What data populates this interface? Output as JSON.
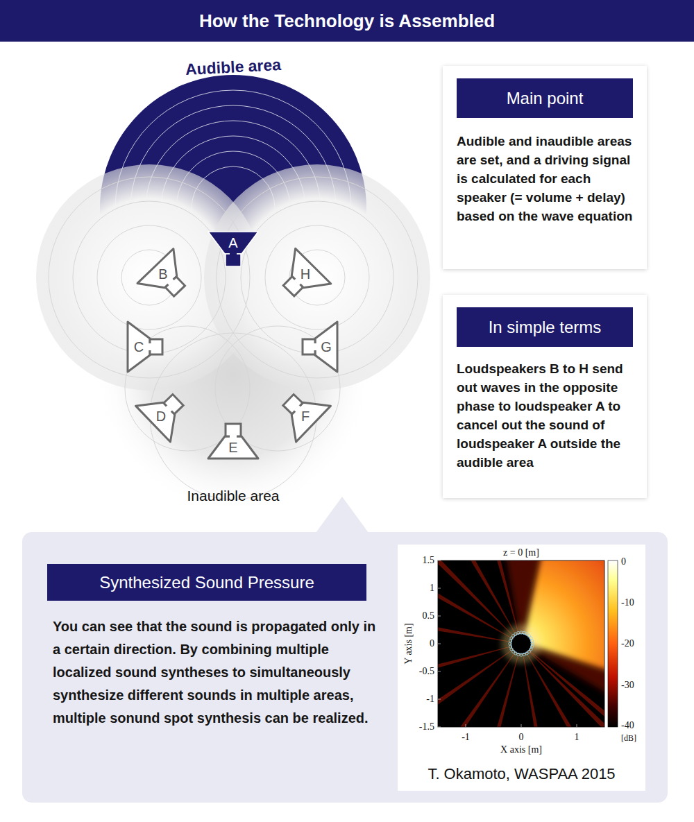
{
  "diagram": {
    "title": "How the Technology is Assembled",
    "nodes": [
      {
        "text": [
          "A"
        ]
      },
      {
        "text": [
          "B"
        ]
      },
      {
        "text": [
          "H"
        ]
      },
      {
        "text": [
          "C"
        ]
      },
      {
        "text": [
          "G"
        ]
      },
      {
        "text": [
          "D"
        ]
      },
      {
        "text": [
          "F"
        ]
      },
      {
        "text": [
          "E"
        ]
      },
      {
        "text": [
          "Main point",
          "Audible and inaudible areas are set, and a driving signal is calculated for each speaker (= volume + delay) based on the wave equation"
        ]
      },
      {
        "text": [
          "In simple terms",
          "Loudspeakers B to H send out waves in the opposite phase to loudspeaker A to cancel out the sound of loudspeaker A outside the audible area"
        ]
      },
      {
        "text": [
          "Synthesized Sound Pressure",
          "You can see that the sound is propagated only in a certain direction. By combining multiple localized sound syntheses to simultaneously synthesize different sounds in multiple areas, multiple sonund spot synthesis can be realized."
        ]
      },
      {
        "text": [
          "T. Okamoto, WASPAA 2015"
        ],
        "in": 10
      }
    ],
    "labels": [
      "Audible area",
      "Inaudible area",
      "z = 0 [m]",
      "1.5",
      "1",
      "0.5",
      "0",
      "-0.5",
      "-1",
      "-1.5",
      "Y axis [m]",
      "-1",
      "0",
      "1",
      "X axis [m]",
      "0",
      "-10",
      "-20",
      "-30",
      "-40",
      "[dB]"
    ]
  }
}
